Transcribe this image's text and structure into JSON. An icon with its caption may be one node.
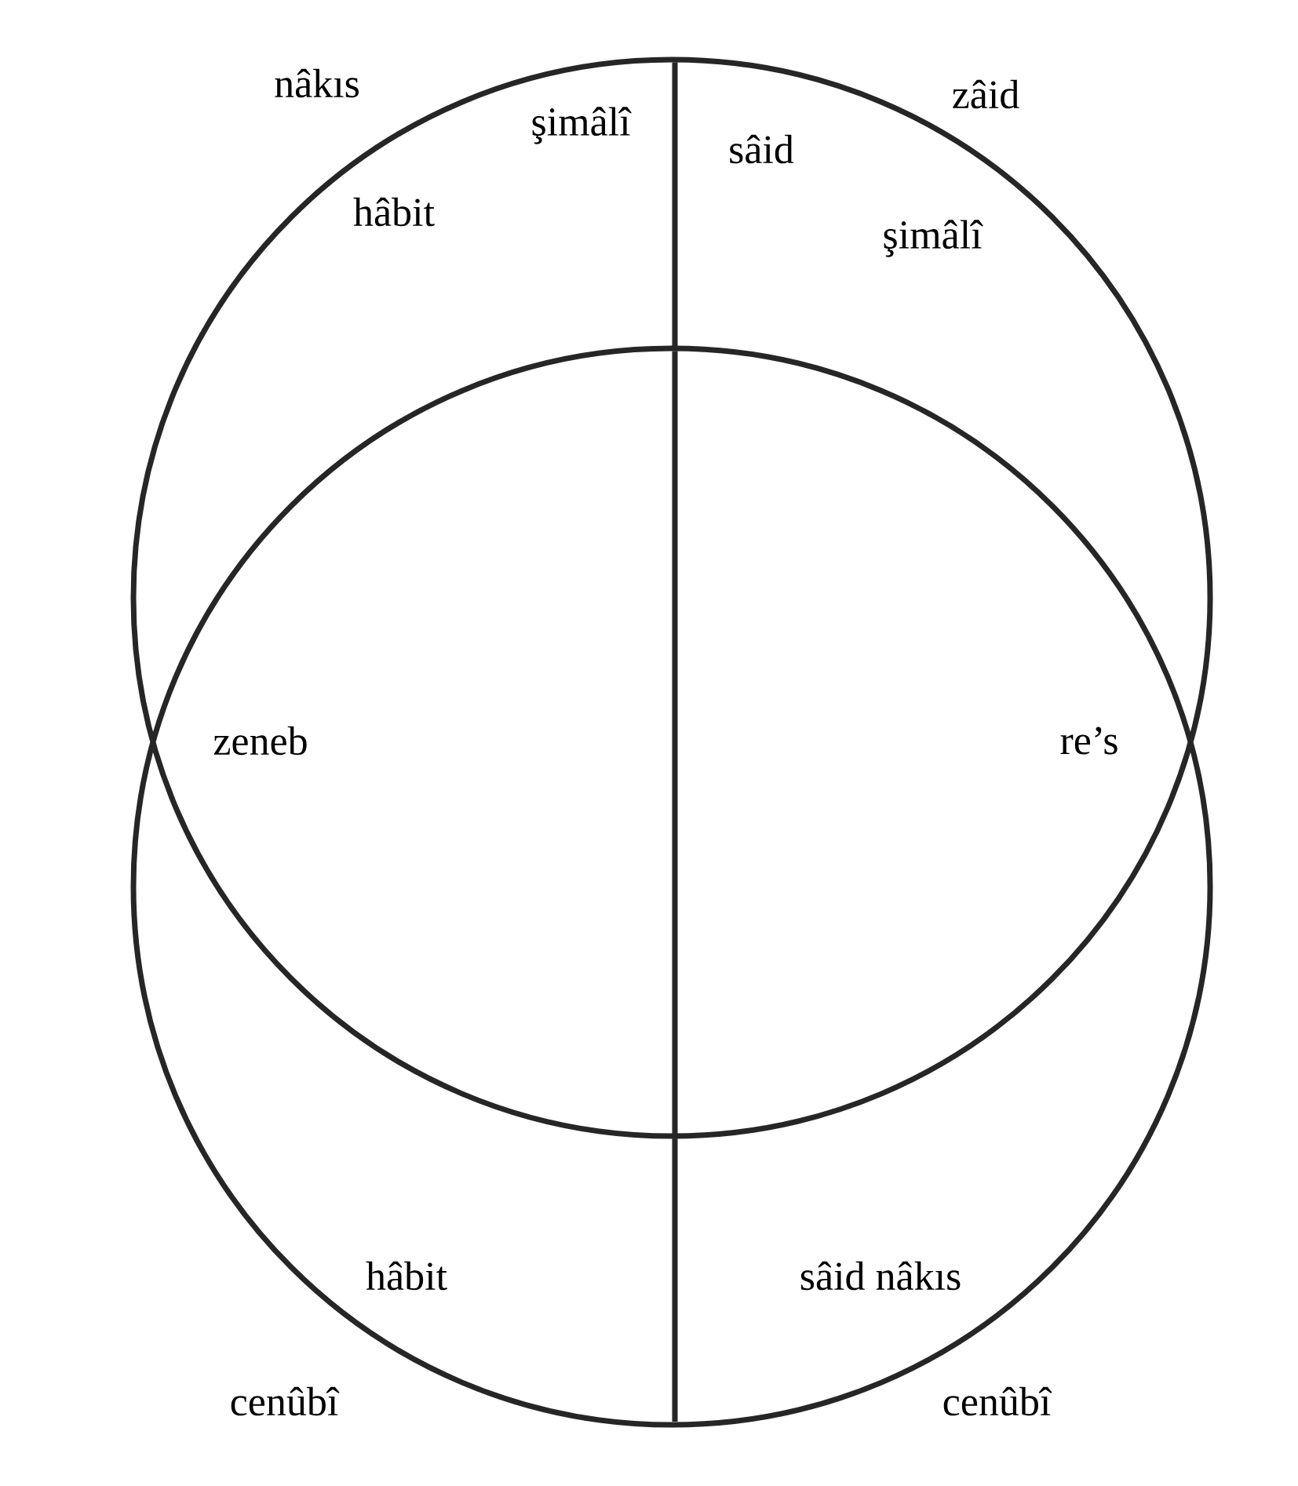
{
  "diagram": {
    "labels": [
      "nâkıs",
      "şimâlî",
      "sâid",
      "zâid",
      "hâbit",
      "şimâlî",
      "zeneb",
      "re’s",
      "hâbit",
      "sâid nâkıs",
      "cenûbî",
      "cenûbî"
    ]
  }
}
